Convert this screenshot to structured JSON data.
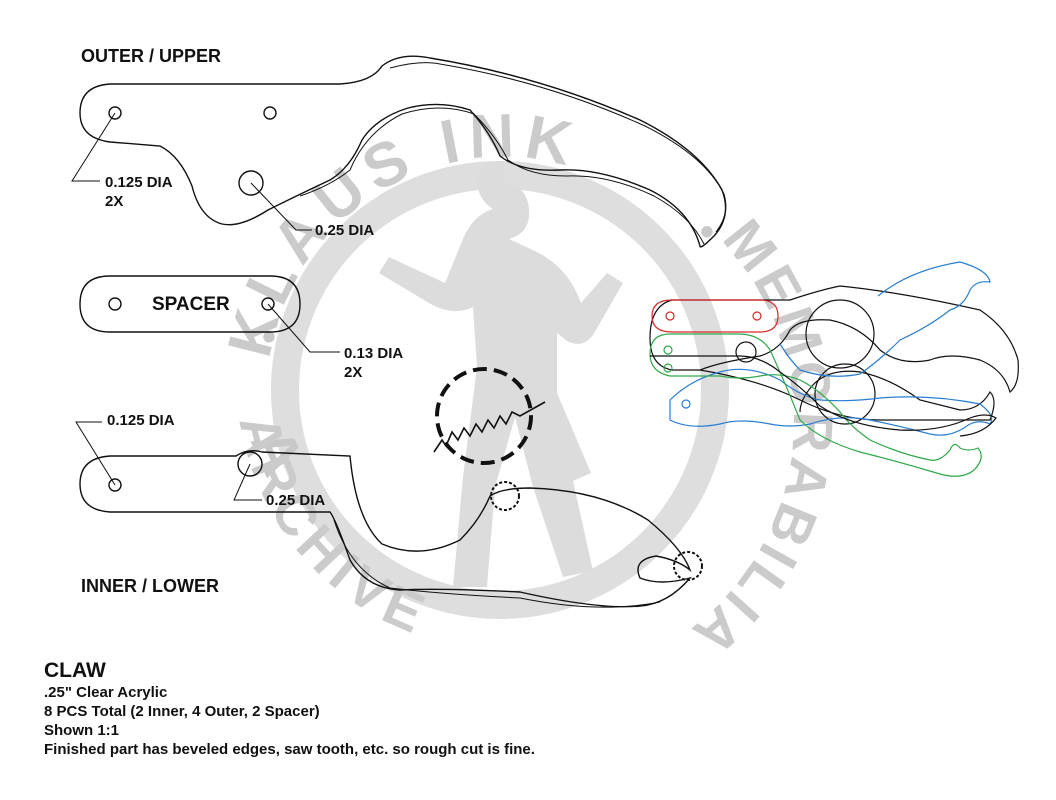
{
  "watermark": {
    "top_text": "KLAUS INK",
    "bottom_text": "ARCHIVE",
    "right_text": "MEMORABILIA",
    "dot": "•"
  },
  "parts": {
    "outer_upper": {
      "heading": "OUTER /  UPPER",
      "hole_small": "0.125 DIA",
      "hole_small_qty": "2X",
      "hole_large": "0.25 DIA"
    },
    "spacer": {
      "heading": "SPACER",
      "hole": "0.13 DIA",
      "hole_qty": "2X"
    },
    "inner_lower": {
      "heading": "INNER / LOWER",
      "hole_small": "0.125 DIA",
      "hole_large": "0.25 DIA"
    }
  },
  "notes": {
    "title": "CLAW",
    "lines": [
      ".25\" Clear Acrylic",
      "8 PCS Total (2 Inner, 4 Outer, 2 Spacer)",
      "Shown 1:1",
      "Finished part has beveled edges, saw tooth, etc. so rough cut is fine."
    ]
  },
  "colors": {
    "line": "#111111",
    "watermark": "#cfcfcf",
    "assembly_red": "#d62828",
    "assembly_green": "#2ea84a",
    "assembly_blue": "#2a7fd4"
  }
}
